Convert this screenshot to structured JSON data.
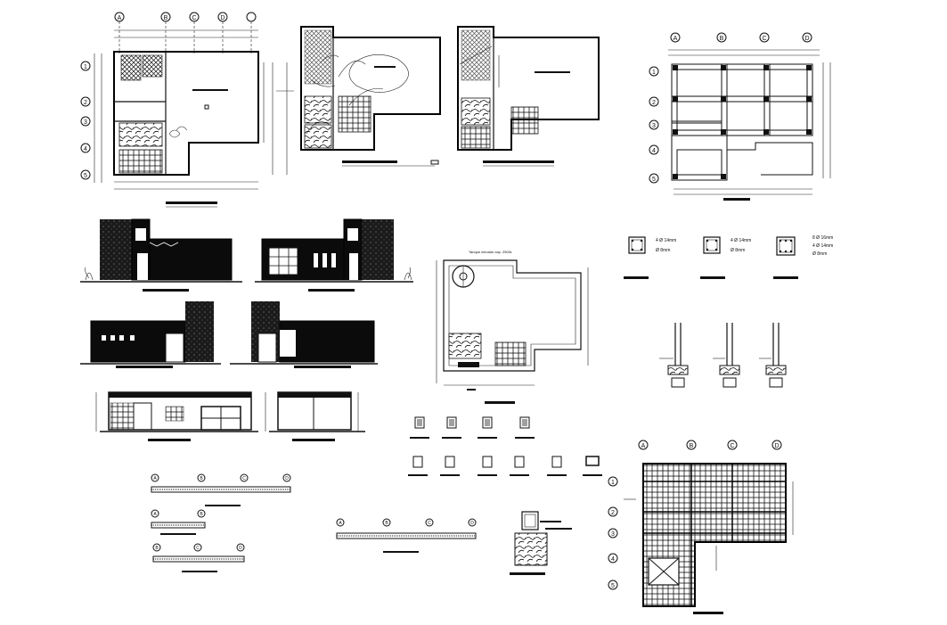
{
  "axis_letters": [
    "A",
    "B",
    "C",
    "D"
  ],
  "axis_numbers": [
    "1",
    "2",
    "3",
    "4",
    "5"
  ],
  "column_notes": [
    {
      "top": "4 Ø 14mm",
      "mid": "Ø 8mm"
    },
    {
      "top": "4 Ø 14mm",
      "mid": "Ø 8mm"
    },
    {
      "top": "8 Ø 16mm",
      "mid": "4 Ø 14mm",
      "bot": "Ø 8mm"
    }
  ],
  "roof_note": "Tanque elevado cap. 2500L",
  "colors": {
    "ink": "#111111",
    "paper": "#ffffff"
  }
}
